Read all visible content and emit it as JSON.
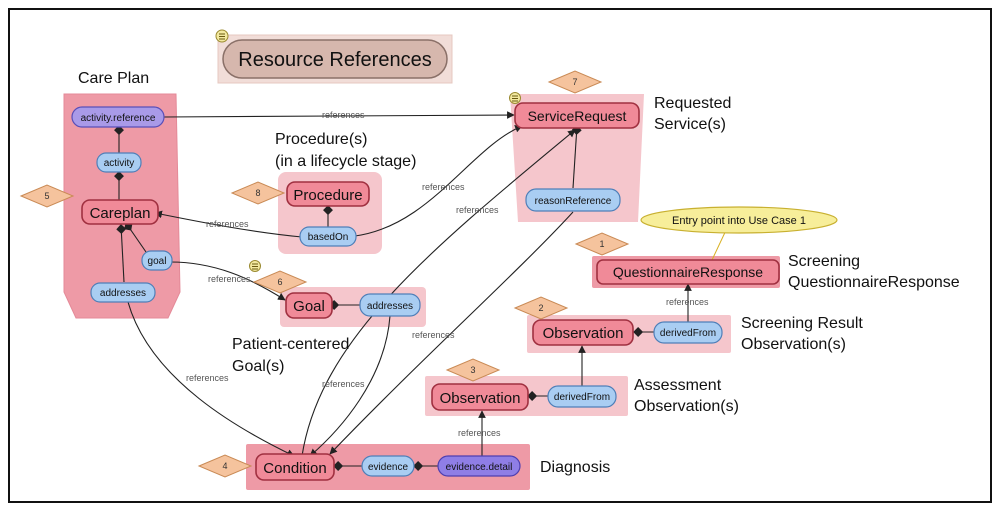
{
  "title": "Resource References",
  "edge_label": "references",
  "callout": "Entry point into Use Case 1",
  "labels": {
    "care_plan": "Care Plan",
    "procedure_1": "Procedure(s)",
    "procedure_2": "(in a lifecycle stage)",
    "requested_1": "Requested",
    "requested_2": "Service(s)",
    "screening_1": "Screening",
    "screening_2": "QuestionnaireResponse",
    "screening_result_1": "Screening Result",
    "screening_result_2": "Observation(s)",
    "assessment_1": "Assessment",
    "assessment_2": "Observation(s)",
    "patient_goal_1": "Patient-centered",
    "patient_goal_2": "Goal(s)",
    "diagnosis": "Diagnosis"
  },
  "resources": {
    "careplan": "Careplan",
    "procedure": "Procedure",
    "service_request": "ServiceRequest",
    "goal": "Goal",
    "questionnaire_response": "QuestionnaireResponse",
    "observation_screening": "Observation",
    "observation_assessment": "Observation",
    "condition": "Condition"
  },
  "elements": {
    "activity_reference": "activity.reference",
    "activity": "activity",
    "goal": "goal",
    "addresses_careplan": "addresses",
    "based_on": "basedOn",
    "reason_reference": "reasonReference",
    "addresses_goal": "addresses",
    "derived_from_screening": "derivedFrom",
    "derived_from_assessment": "derivedFrom",
    "evidence": "evidence",
    "evidence_detail": "evidence.detail"
  },
  "steps": {
    "s1": "1",
    "s2": "2",
    "s3": "3",
    "s4": "4",
    "s5": "5",
    "s6": "6",
    "s7": "7",
    "s8": "8"
  },
  "colors": {
    "group_fill": "#f5c6cc",
    "group_fill_dark": "#ee9aa6",
    "resource_fill": "#f08a98",
    "resource_stroke": "#a03040",
    "element_fill": "#a9cdf2",
    "element_stroke": "#4f7fb8",
    "element_purple": "#a99ae8",
    "diamond_fill": "#f5c39d",
    "diamond_stroke": "#c98a55",
    "callout_fill": "#f7ee9a",
    "title_fill": "#e0c2b8"
  }
}
